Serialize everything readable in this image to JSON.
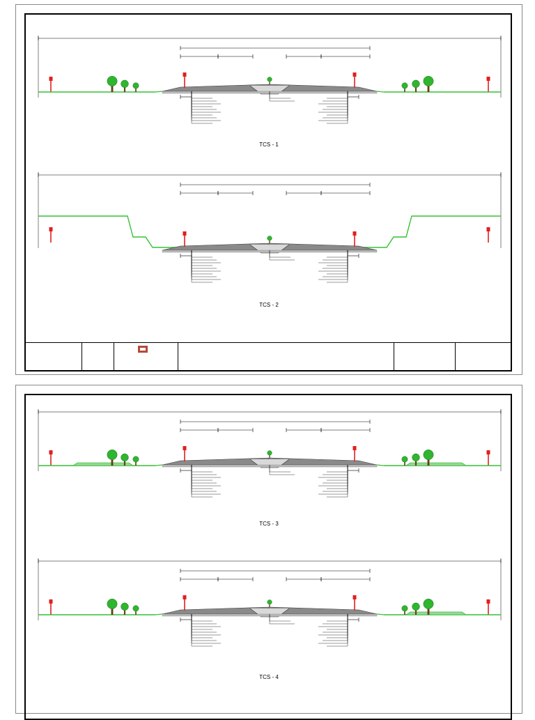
{
  "colors": {
    "frame": "#000000",
    "ground": "#34c234",
    "caption": "#e0201a",
    "tree": "#2fb52f",
    "trunk": "#6b3d1a",
    "pavement": "#8a8a8a",
    "pole": "#e02020"
  },
  "sheets": [
    {
      "sections": [
        {
          "kind": "embankment",
          "caption_lines": [
            ""
          ],
          "label": "TCS - 1"
        },
        {
          "kind": "cutting",
          "caption_lines": [
            ""
          ],
          "label": "TCS - 2"
        }
      ]
    },
    {
      "sections": [
        {
          "kind": "embankment-both",
          "caption_lines": [
            "",
            ""
          ],
          "label": "TCS - 3"
        },
        {
          "kind": "embankment-right",
          "caption_lines": [
            "",
            ""
          ],
          "label": "TCS - 4"
        }
      ]
    }
  ]
}
